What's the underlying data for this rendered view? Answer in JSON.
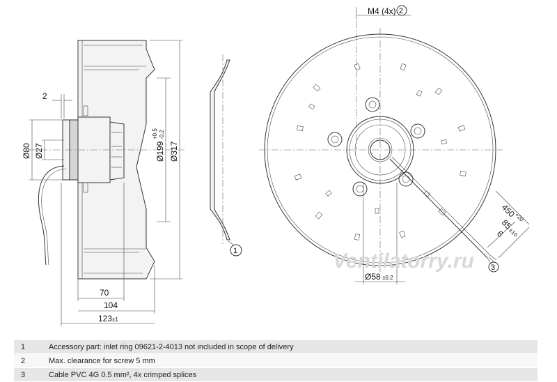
{
  "dimensions": {
    "d80": "Ø80",
    "d27": "Ø27",
    "two_left": "2",
    "d199": "Ø199",
    "d199_tol_upper": "+0.5",
    "d199_tol_lower": "-0.2",
    "d317": "Ø317",
    "len70": "70",
    "len104": "104",
    "len123": "123",
    "len123_tol": "±1",
    "callout_1": "1",
    "m4": "M4 (4x)",
    "callout_2": "2",
    "len450": "450",
    "len450_tol": "+20",
    "len85": "85",
    "len85_tol": "±10",
    "len6": "6",
    "callout_3": "3",
    "d58": "Ø58",
    "d58_tol": "±0.2"
  },
  "watermark": "Ventilatorry.ru",
  "notes": [
    {
      "num": "1",
      "text": "Accessory part: inlet ring 09621-2-4013 not included in scope of delivery"
    },
    {
      "num": "2",
      "text": "Max. clearance for screw 5 mm"
    },
    {
      "num": "3",
      "text": "Cable PVC 4G 0.5 mm², 4x crimped splices"
    }
  ]
}
